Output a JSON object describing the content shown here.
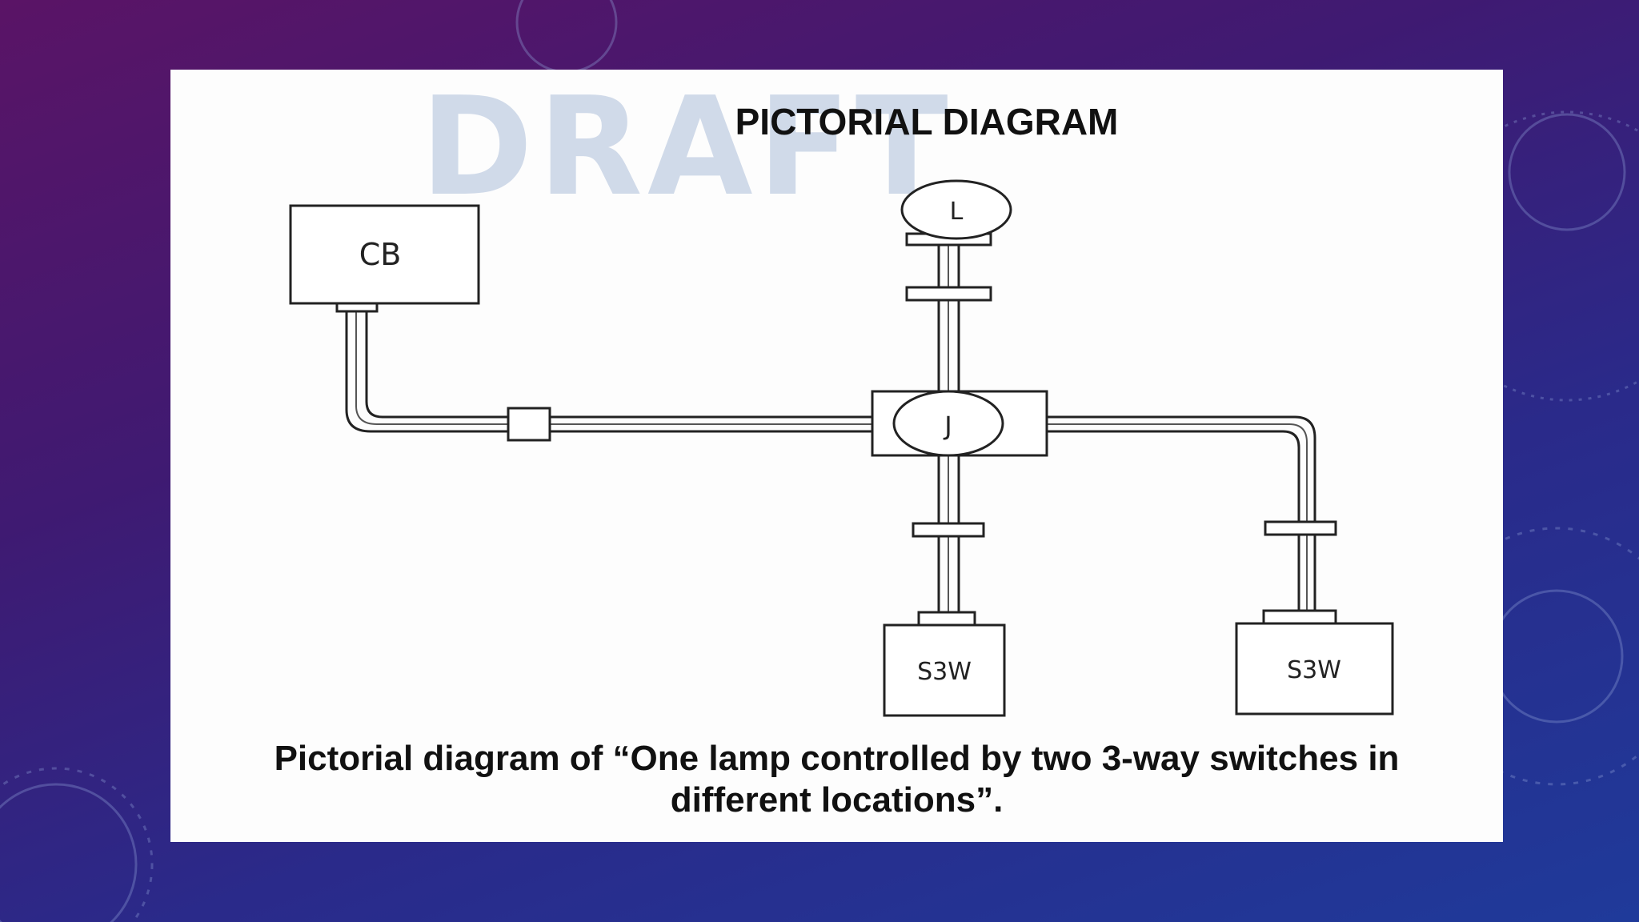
{
  "slide": {
    "watermark": "DRAFT",
    "title": "PICTORIAL DIAGRAM",
    "caption": "Pictorial diagram of “One lamp controlled by two 3-way switches in different locations”."
  },
  "diagram": {
    "components": {
      "circuit_breaker": "CB",
      "lamp": "L",
      "junction_box": "J",
      "switch_left": "S3W",
      "switch_right": "S3W"
    }
  },
  "colors": {
    "background_top": "#5a1466",
    "background_bottom": "#1f3a9a",
    "card": "#fdfdfd",
    "ink": "#222222",
    "watermark": "#c9d4e6"
  }
}
